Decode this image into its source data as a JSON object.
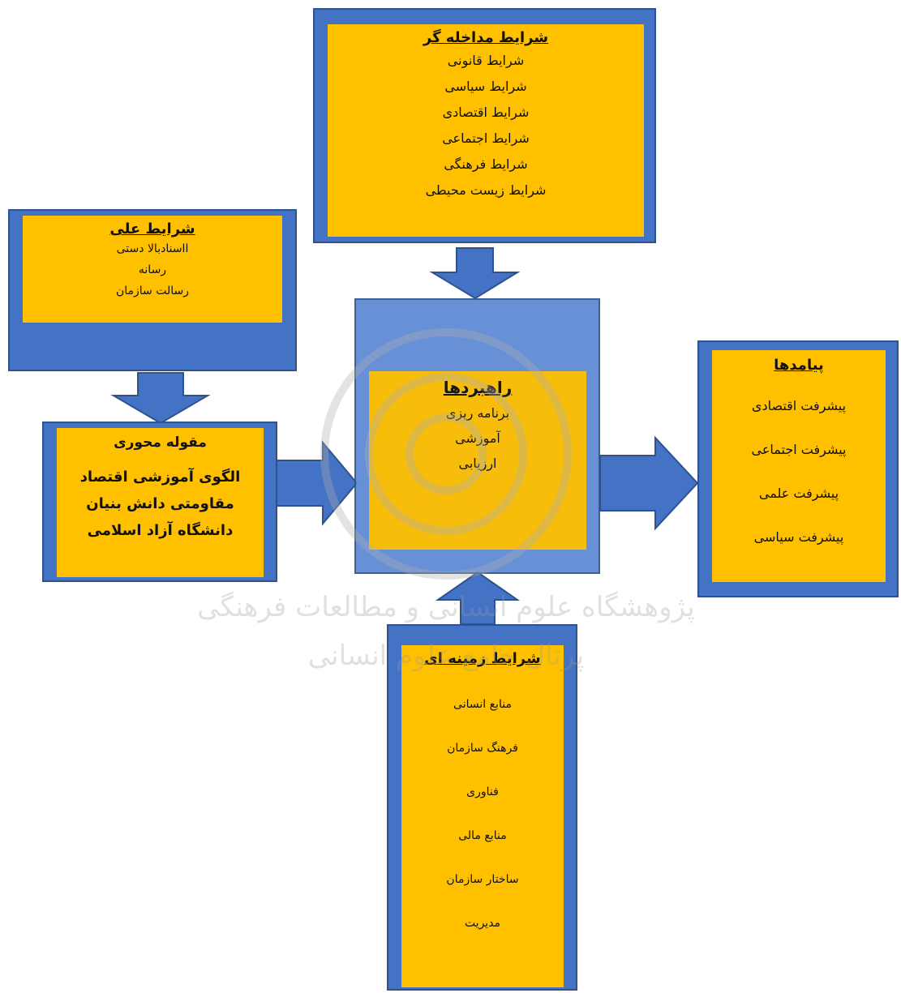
{
  "colors": {
    "frame_blue": "#4472c4",
    "frame_border": "#2f528f",
    "box_gold": "#ffc000",
    "text": "#111111"
  },
  "intervening": {
    "title": "شرایط مداخله گر",
    "items": [
      "شرایط قانونی",
      "شرایط سیاسی",
      "شرایط اقتصادی",
      "شرایط اجتماعی",
      "شرایط فرهنگی",
      "شرایط زیست محیطی"
    ]
  },
  "causal": {
    "title": "شرایط علی",
    "items": [
      "ااسنادبالا دستی",
      "رسانه",
      "رسالت سازمان"
    ]
  },
  "core": {
    "title": "مقوله محوری",
    "lines": [
      "الگوی آموزشی اقتصاد",
      "مقاومتی دانش بنیان",
      "دانشگاه آزاد اسلامی"
    ]
  },
  "strategies": {
    "title": "راهبردها",
    "items": [
      "برنامه ریزی",
      "آموزشی",
      "ارزیابی"
    ]
  },
  "outcomes": {
    "title": "پیامدها",
    "items": [
      "پیشرفت اقتصادی",
      "پیشرفت اجتماعی",
      "پیشرفت علمی",
      "پیشرفت سیاسی"
    ]
  },
  "context": {
    "title": "شرایط زمینه ای",
    "items": [
      "منابع انسانی",
      "فرهنگ سازمان",
      "فناوری",
      "منابع مالی",
      "ساختار سازمان",
      "مدیریت"
    ]
  },
  "watermark": {
    "line1": "پژوهشگاه علوم انسانی و مطالعات فرهنگی",
    "line2": "پرتال جامع علوم انسانی"
  }
}
